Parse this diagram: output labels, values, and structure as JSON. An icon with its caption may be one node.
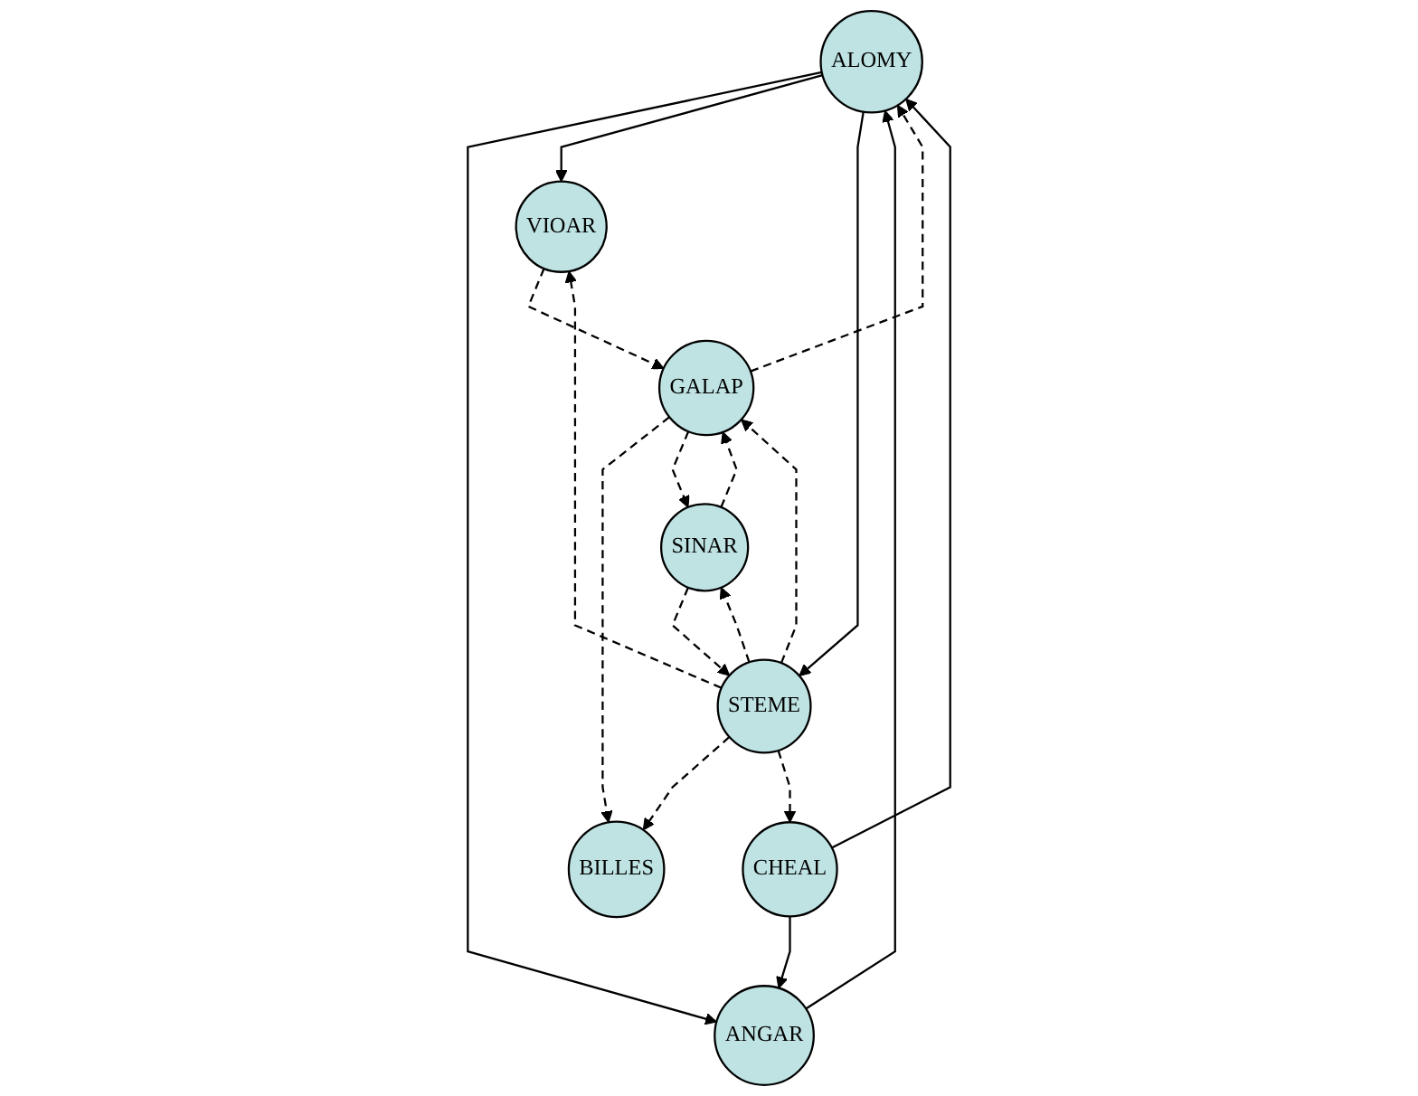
{
  "diagram": {
    "nodes": [
      {
        "text": [
          "ALOMY"
        ]
      },
      {
        "text": [
          "BILLES"
        ]
      },
      {
        "text": [
          "ANGAR"
        ]
      },
      {
        "text": [
          "VIOAR"
        ]
      },
      {
        "text": [
          "CHEAL"
        ]
      },
      {
        "text": [
          "STEME"
        ]
      },
      {
        "text": [
          "GALAP"
        ]
      },
      {
        "text": [
          "SINAR"
        ]
      }
    ],
    "edges": [
      {
        "from": 0,
        "to": 2,
        "arrow": "to"
      },
      {
        "from": 2,
        "to": 0,
        "arrow": "to"
      },
      {
        "from": 0,
        "to": 3,
        "arrow": "to"
      },
      {
        "from": 0,
        "to": 5,
        "arrow": "to"
      },
      {
        "from": 4,
        "to": 0,
        "arrow": "to"
      },
      {
        "from": 4,
        "to": 2,
        "arrow": "to"
      },
      {
        "from": 5,
        "to": 1,
        "arrow": "to",
        "style": "dashed"
      },
      {
        "from": 6,
        "to": 1,
        "arrow": "to",
        "style": "dashed"
      },
      {
        "from": 5,
        "to": 3,
        "arrow": "to",
        "style": "dashed"
      },
      {
        "from": 3,
        "to": 6,
        "arrow": "to",
        "style": "dashed"
      },
      {
        "from": 6,
        "to": 0,
        "arrow": "to",
        "style": "dashed"
      },
      {
        "from": 5,
        "to": 4,
        "arrow": "to",
        "style": "dashed"
      },
      {
        "from": 5,
        "to": 6,
        "arrow": "to",
        "style": "dashed"
      },
      {
        "from": 6,
        "to": 7,
        "arrow": "to",
        "style": "dashed"
      },
      {
        "from": 7,
        "to": 6,
        "arrow": "to",
        "style": "dashed"
      },
      {
        "from": 5,
        "to": 7,
        "arrow": "to",
        "style": "dashed"
      },
      {
        "from": 7,
        "to": 5,
        "arrow": "to",
        "style": "dashed"
      }
    ]
  }
}
